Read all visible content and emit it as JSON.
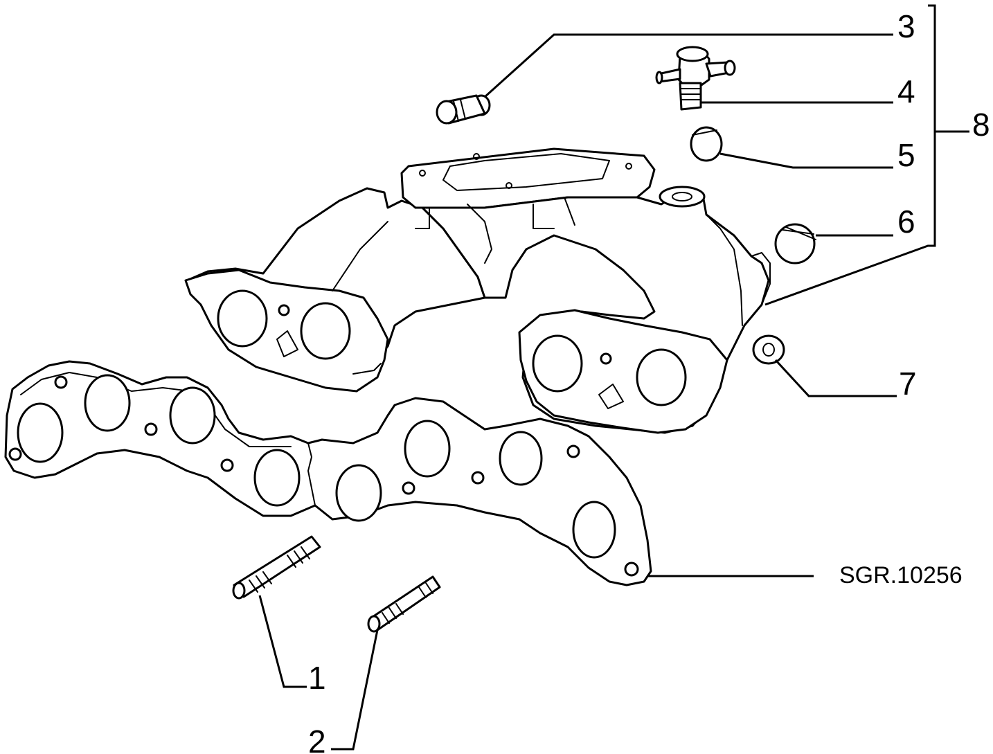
{
  "diagram": {
    "reference_code": "SGR.10256",
    "callouts": [
      {
        "id": "1",
        "label": "1"
      },
      {
        "id": "2",
        "label": "2"
      },
      {
        "id": "3",
        "label": "3"
      },
      {
        "id": "4",
        "label": "4"
      },
      {
        "id": "5",
        "label": "5"
      },
      {
        "id": "6",
        "label": "6"
      },
      {
        "id": "7",
        "label": "7"
      },
      {
        "id": "8",
        "label": "8"
      }
    ]
  }
}
